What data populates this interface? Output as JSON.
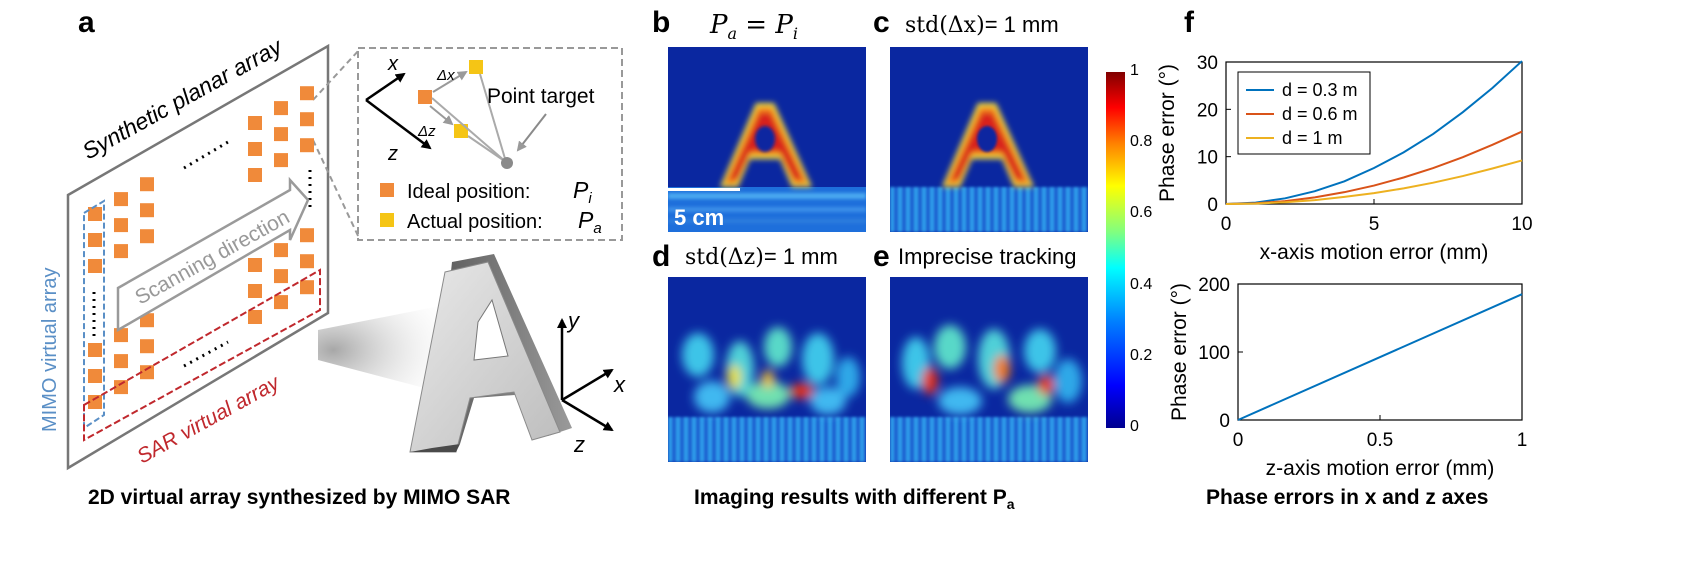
{
  "panel_labels": {
    "a": "a",
    "b": "b",
    "c": "c",
    "d": "d",
    "e": "e",
    "f": "f"
  },
  "panel_a": {
    "synthetic_label": "Synthetic planar array",
    "mimo_label": "MIMO virtual array",
    "sar_label": "SAR virtual array",
    "scanning_label": "Scanning direction",
    "point_target": "Point target",
    "ideal_position": "Ideal position:",
    "actual_position": "Actual position:",
    "ideal_symbol": "P",
    "ideal_sub": "i",
    "actual_symbol": "P",
    "actual_sub": "a",
    "axes_inset": {
      "x": "x",
      "z": "z",
      "dx": "Δx",
      "dz": "Δz"
    },
    "axes_main": {
      "x": "x",
      "y": "y",
      "z": "z"
    },
    "letter": "A",
    "dots": "......",
    "colors": {
      "orange": "#F08A3A",
      "yellow": "#F5C515",
      "blue_dash": "#5A8FC6",
      "red_dash": "#C0282D"
    }
  },
  "panel_titles": {
    "b": "P",
    "b_sub1": "a",
    "b_eq": " = P",
    "b_sub2": "i",
    "c_fn": "std(Δx)",
    "c_rest": "= 1 mm",
    "d_fn": "std(Δz)",
    "d_rest": "= 1 mm",
    "e": "Imprecise tracking"
  },
  "scale_bar": "5 cm",
  "colorbar": {
    "ticks": [
      "1",
      "0.8",
      "0.6",
      "0.4",
      "0.2",
      "0"
    ]
  },
  "captions": {
    "a": "2D virtual array synthesized by MIMO SAR",
    "middle": "Imaging results with different P",
    "middle_sub": "a",
    "f": "Phase errors in x and z axes"
  },
  "chart_data": [
    {
      "type": "line",
      "xlabel": "x-axis motion error (mm)",
      "ylabel": "Phase error (°)",
      "xlim": [
        0,
        10
      ],
      "ylim": [
        0,
        30
      ],
      "xticks": [
        "0",
        "5",
        "10"
      ],
      "yticks": [
        "0",
        "10",
        "20",
        "30"
      ],
      "legend_placement": "top-left",
      "series": [
        {
          "name": "d = 0.3 m",
          "color": "#0072BD",
          "x": [
            0,
            1,
            2,
            3,
            4,
            5,
            6,
            7,
            8,
            9,
            10
          ],
          "y": [
            0,
            0.3,
            1.2,
            2.7,
            4.8,
            7.6,
            10.9,
            14.8,
            19.4,
            24.5,
            30.2
          ]
        },
        {
          "name": "d = 0.6 m",
          "color": "#D95319",
          "x": [
            0,
            1,
            2,
            3,
            4,
            5,
            6,
            7,
            8,
            9,
            10
          ],
          "y": [
            0,
            0.15,
            0.6,
            1.4,
            2.5,
            3.9,
            5.6,
            7.6,
            9.9,
            12.5,
            15.3
          ]
        },
        {
          "name": "d = 1 m",
          "color": "#EDB120",
          "x": [
            0,
            1,
            2,
            3,
            4,
            5,
            6,
            7,
            8,
            9,
            10
          ],
          "y": [
            0,
            0.09,
            0.37,
            0.83,
            1.5,
            2.3,
            3.3,
            4.5,
            5.9,
            7.5,
            9.2
          ]
        }
      ]
    },
    {
      "type": "line",
      "xlabel": "z-axis motion error (mm)",
      "ylabel": "Phase error (°)",
      "xlim": [
        0,
        1
      ],
      "ylim": [
        0,
        200
      ],
      "xticks": [
        "0",
        "0.5",
        "1"
      ],
      "yticks": [
        "0",
        "100",
        "200"
      ],
      "series": [
        {
          "color": "#0072BD",
          "x": [
            0,
            1
          ],
          "y": [
            0,
            185
          ]
        }
      ]
    }
  ]
}
